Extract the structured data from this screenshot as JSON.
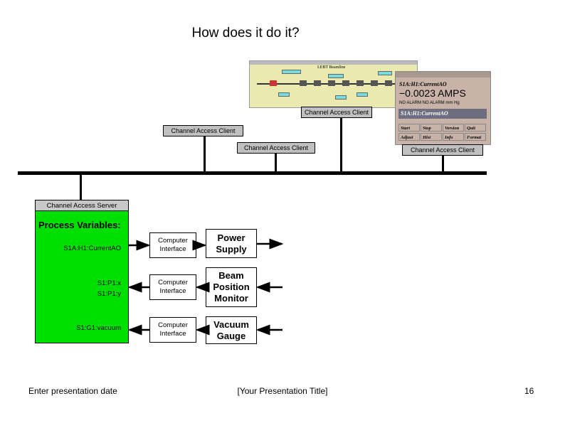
{
  "title": "How does it do it?",
  "clients": {
    "top_screenshot_label": "Channel Access Client",
    "left_label": "Channel Access Client",
    "middle_label": "Channel Access Client",
    "right_label": "Channel Access Client"
  },
  "screenshot1": {
    "window_title": "LEBT Beamline"
  },
  "screenshot2": {
    "pv_name": "S1A:H1:CurrentAO",
    "value": "−0.0023 AMPS",
    "alarm": "NO ALARM  NO ALARM  mm Hg",
    "input_value": "S1A:H1:CurrentAO",
    "buttons": [
      "Start",
      "Stop",
      "Version",
      "Quit",
      "Adjust",
      "Hist",
      "Info",
      "Format"
    ]
  },
  "server": {
    "header": "Channel Access Server",
    "pv_heading": "Process Variables:",
    "pvs": [
      "S1A:H1:CurrentAO",
      "S1:P1:x",
      "S1:P1:y",
      "S1:G1:vacuum"
    ]
  },
  "interfaces": [
    "Computer Interface",
    "Computer Interface",
    "Computer Interface"
  ],
  "devices": [
    "Power Supply",
    "Beam Position Monitor",
    "Vacuum Gauge"
  ],
  "footer": {
    "date": "Enter presentation date",
    "presentation_title": "[Your Presentation Title]",
    "page_number": "16"
  }
}
